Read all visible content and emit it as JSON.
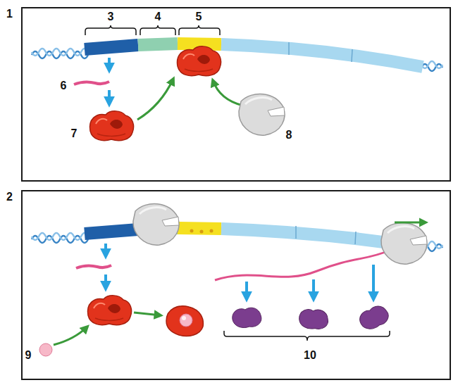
{
  "diagram": {
    "nodes": [
      {
        "text": [
          "1"
        ]
      },
      {
        "text": [
          "2"
        ]
      }
    ],
    "labels": [
      "3",
      "4",
      "5",
      "6",
      "7",
      "8",
      "9",
      "10"
    ]
  }
}
